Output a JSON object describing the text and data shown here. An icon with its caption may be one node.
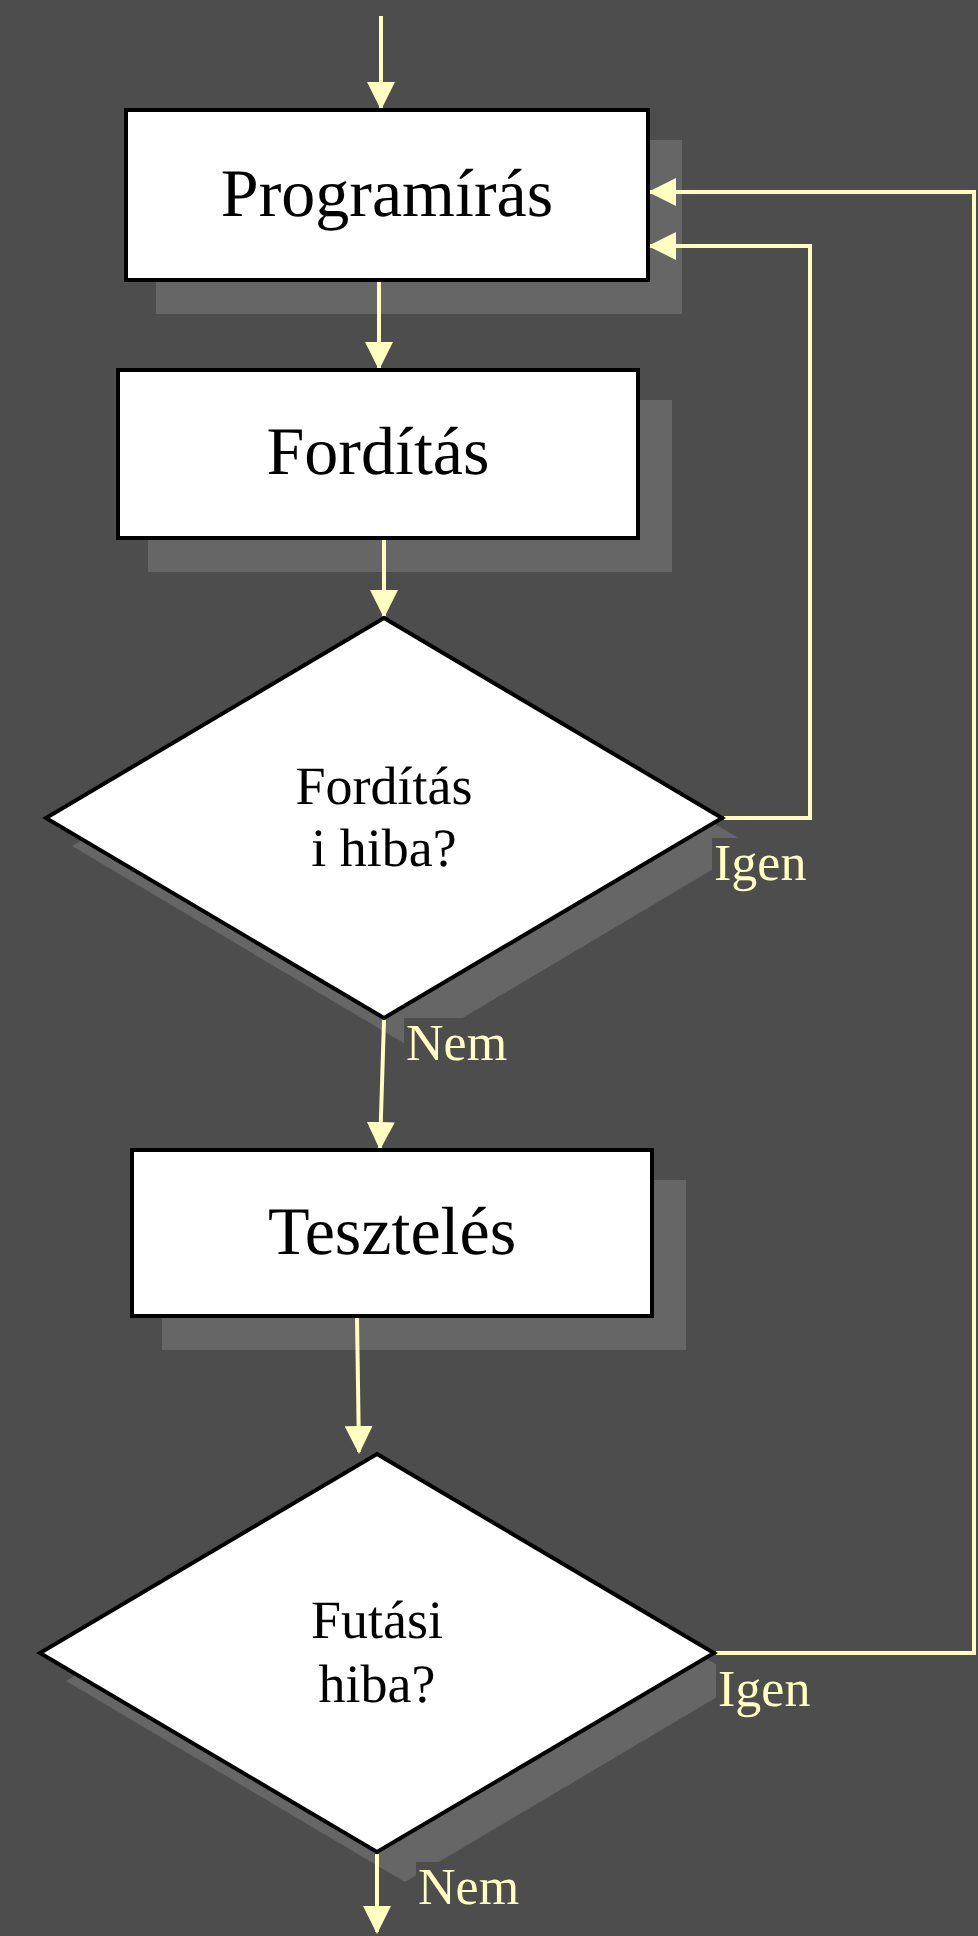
{
  "diagram": {
    "nodes": [
      {
        "text": [
          "Programírás"
        ]
      },
      {
        "text": [
          "Fordítás"
        ]
      },
      {
        "text": [
          "Fordítás i hiba?"
        ]
      },
      {
        "text": [
          "Tesztelés"
        ]
      },
      {
        "text": [
          "Futási hiba?"
        ]
      }
    ],
    "edges": [
      {
        "from": null,
        "to": 0,
        "arrow": "to"
      },
      {
        "from": 0,
        "to": 1,
        "arrow": "to"
      },
      {
        "from": 1,
        "to": 2,
        "arrow": "to"
      },
      {
        "from": 2,
        "to": 0,
        "arrow": "to",
        "label": "Igen"
      },
      {
        "from": 2,
        "to": 3,
        "arrow": "to",
        "label": "Nem"
      },
      {
        "from": 3,
        "to": 4,
        "arrow": "to"
      },
      {
        "from": 4,
        "to": 0,
        "arrow": "to",
        "label": "Igen"
      },
      {
        "from": 4,
        "to": null,
        "arrow": "to",
        "label": "Nem"
      }
    ]
  }
}
